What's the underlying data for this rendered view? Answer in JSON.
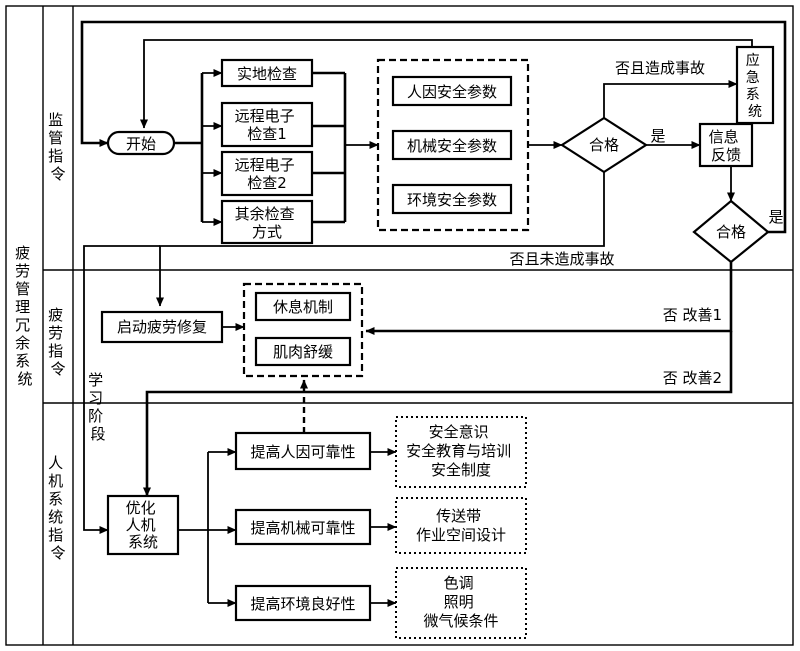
{
  "system_label": "疲劳管理冗余系统",
  "lanes": {
    "supervision": "监管指令",
    "fatigue": "疲劳指令",
    "human_machine": "人机系统指令"
  },
  "nodes": {
    "start": "开始",
    "check_onsite": "实地检查",
    "check_remote1": [
      "远程电子",
      "检查1"
    ],
    "check_remote2": [
      "远程电子",
      "检查2"
    ],
    "check_other": [
      "其余检查",
      "方式"
    ],
    "param_human": "人因安全参数",
    "param_machine": "机械安全参数",
    "param_env": "环境安全参数",
    "qualified1": "合格",
    "qualified2": "合格",
    "emergency": [
      "应",
      "急",
      "系",
      "统"
    ],
    "feedback": [
      "信息",
      "反馈"
    ],
    "fatigue_repair": "启动疲劳修复",
    "rest": "休息机制",
    "muscle": "肌肉舒缓",
    "optimize": [
      "优化",
      "人机",
      "系统"
    ],
    "improve_human": "提高人因可靠性",
    "improve_machine": "提高机械可靠性",
    "improve_env": "提高环境良好性",
    "human_items": [
      "安全意识",
      "安全教育与培训",
      "安全制度"
    ],
    "machine_items": [
      "传送带",
      "作业空间设计"
    ],
    "env_items": [
      "色调",
      "照明",
      "微气候条件"
    ]
  },
  "edge_labels": {
    "accident": "否且造成事故",
    "yes1": "是",
    "yes2": "是",
    "no_accident": "否且未造成事故",
    "improve1": "否  改善1",
    "improve2": "否  改善2",
    "learning": [
      "学",
      "习",
      "阶",
      "段"
    ]
  }
}
